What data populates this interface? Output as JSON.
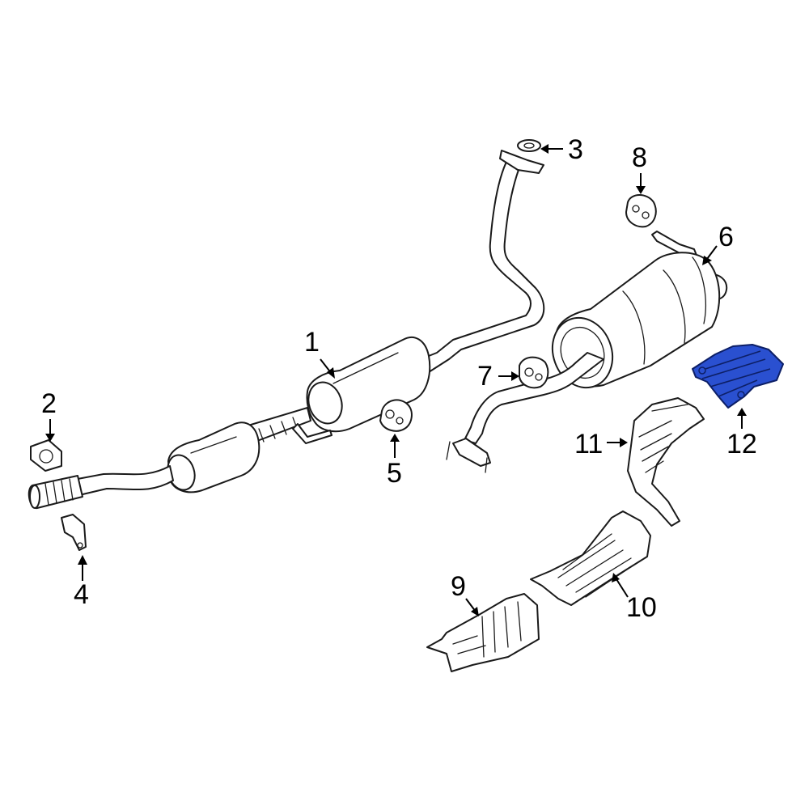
{
  "diagram": {
    "callouts": [
      {
        "id": "1",
        "label": "1"
      },
      {
        "id": "2",
        "label": "2"
      },
      {
        "id": "3",
        "label": "3"
      },
      {
        "id": "4",
        "label": "4"
      },
      {
        "id": "5",
        "label": "5"
      },
      {
        "id": "6",
        "label": "6"
      },
      {
        "id": "7",
        "label": "7"
      },
      {
        "id": "8",
        "label": "8"
      },
      {
        "id": "9",
        "label": "9"
      },
      {
        "id": "10",
        "label": "10"
      },
      {
        "id": "11",
        "label": "11"
      },
      {
        "id": "12",
        "label": "12"
      }
    ],
    "highlighted_part": "12",
    "colors": {
      "highlight_fill": "#2a50d0",
      "line": "#1a1a1a",
      "background": "#ffffff"
    }
  }
}
